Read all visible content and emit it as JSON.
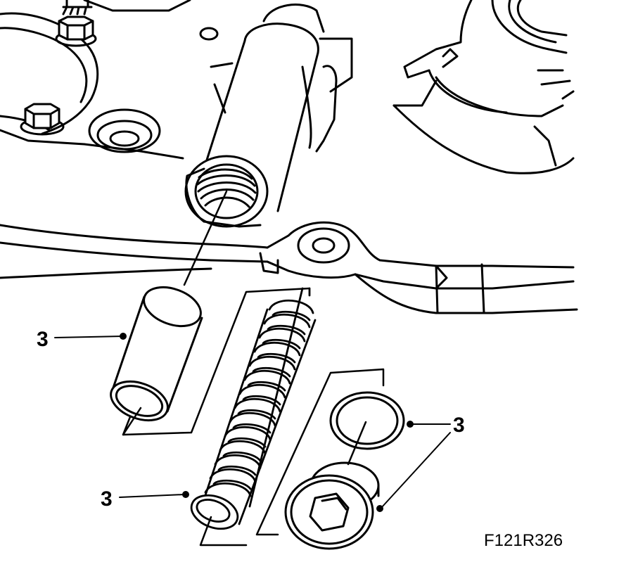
{
  "diagram": {
    "figure_code": "F121R326",
    "callouts": [
      {
        "id": "sleeve",
        "label": "3"
      },
      {
        "id": "spring",
        "label": "3"
      },
      {
        "id": "seal-and-plug",
        "label": "3"
      }
    ],
    "colors": {
      "line": "#000000",
      "background": "#ffffff"
    }
  }
}
